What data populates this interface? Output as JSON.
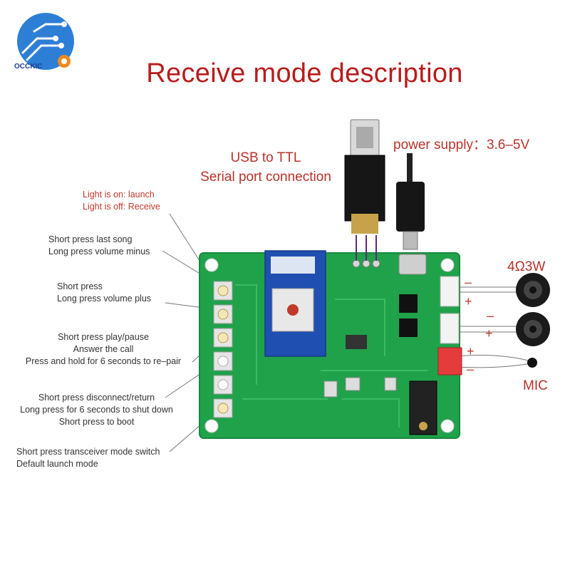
{
  "brand": {
    "name": "OCCKIC"
  },
  "title": "Receive mode description",
  "usb": {
    "line1": "USB to TTL",
    "line2": "Serial port connection"
  },
  "power": {
    "label": "power supply：3.6–5V"
  },
  "speaker": {
    "spec": "4Ω3W",
    "plus": "+",
    "minus": "–"
  },
  "mic": {
    "label": "MIC",
    "plus": "+",
    "minus": "–"
  },
  "led": {
    "line1": "Light is on: launch",
    "line2": "Light is off: Receive"
  },
  "buttons": [
    {
      "lines": [
        "Short press last song",
        "Long press volume minus"
      ]
    },
    {
      "lines": [
        "Short press",
        "Long press volume plus"
      ]
    },
    {
      "lines": [
        "Short press play/pause",
        "Answer the call",
        "Press and hold for 6 seconds to re–pair"
      ]
    },
    {
      "lines": [
        "Short press disconnect/return",
        "Long press for 6 seconds to shut down",
        "Short press to boot"
      ]
    },
    {
      "lines": [
        "Short press transceiver mode switch",
        "Default launch mode"
      ]
    }
  ],
  "colors": {
    "title": "#b81c1c",
    "pcb": "#1fa24a",
    "module": "#1f4fb0",
    "connector": "#e63b3b"
  }
}
